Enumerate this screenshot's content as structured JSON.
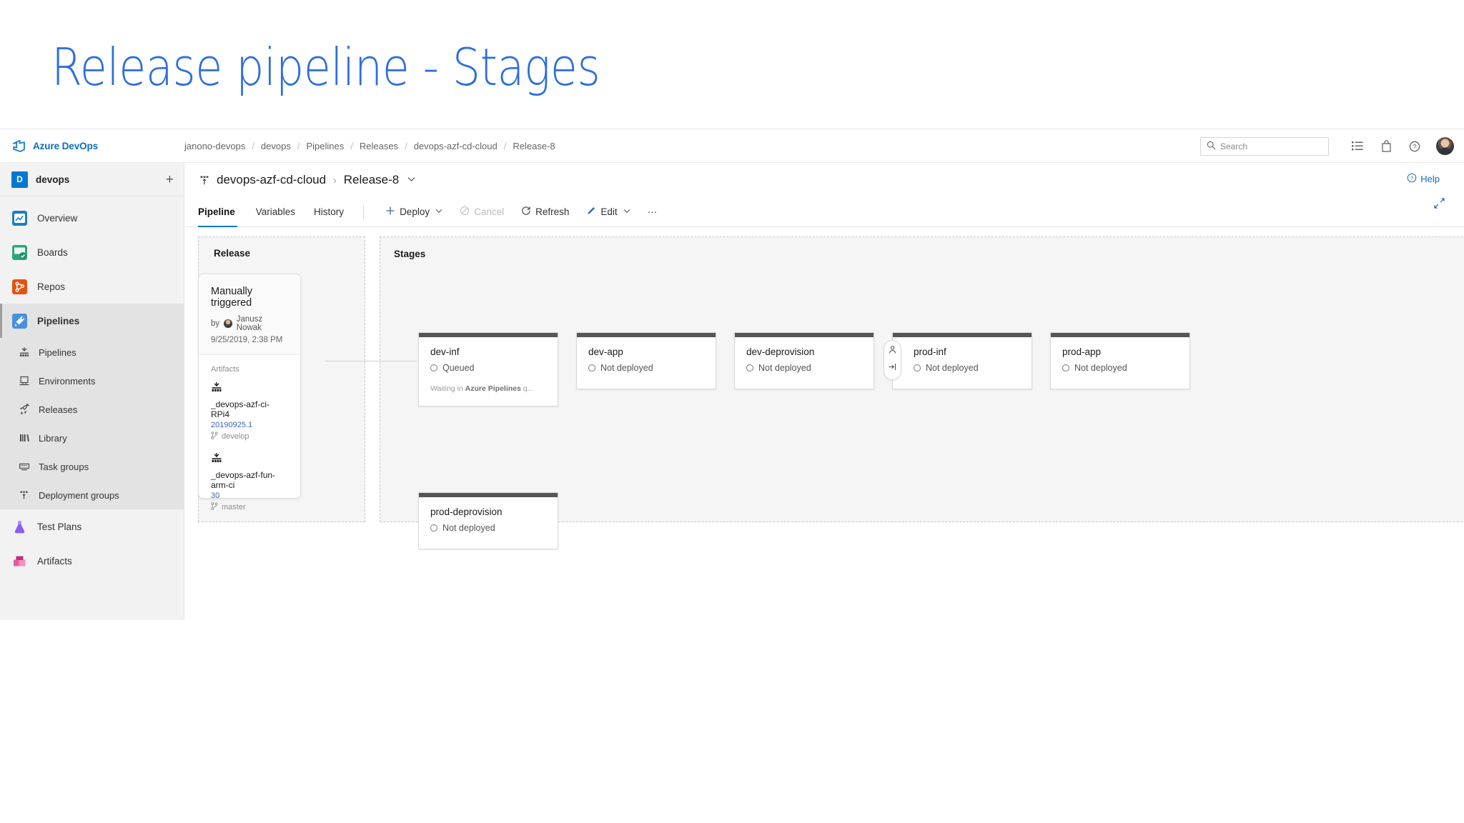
{
  "slide": {
    "title": "Release pipeline - Stages",
    "title_color": "#2e6fd9"
  },
  "header": {
    "product": "Azure DevOps",
    "logo_icon": "azure-devops-logo-icon",
    "breadcrumbs": [
      "janono-devops",
      "devops",
      "Pipelines",
      "Releases",
      "devops-azf-cd-cloud",
      "Release-8"
    ],
    "search": {
      "placeholder": "Search",
      "icon": "search-icon"
    },
    "icons": [
      "list-icon",
      "marketplace-bag-icon",
      "help-question-icon"
    ],
    "avatar": "user-avatar"
  },
  "sidebar": {
    "project": {
      "initial": "D",
      "name": "devops",
      "add_icon": "plus-icon"
    },
    "items": [
      {
        "label": "Overview",
        "icon": "overview-icon",
        "color": "#0a6cb4",
        "active": false
      },
      {
        "label": "Boards",
        "icon": "boards-icon",
        "color": "#22a06b",
        "active": false
      },
      {
        "label": "Repos",
        "icon": "repos-icon",
        "color": "#e8500f",
        "active": false
      },
      {
        "label": "Pipelines",
        "icon": "pipelines-icon",
        "color": "#3f7fd6",
        "active": true
      },
      {
        "label": "Test Plans",
        "icon": "test-plans-icon",
        "color": "#8b5cf6",
        "active": false
      },
      {
        "label": "Artifacts",
        "icon": "artifacts-icon",
        "color": "#d6398a",
        "active": false
      }
    ],
    "sub_items": [
      {
        "label": "Pipelines",
        "icon": "pipelines-sub-icon"
      },
      {
        "label": "Environments",
        "icon": "environments-icon"
      },
      {
        "label": "Releases",
        "icon": "releases-rocket-icon"
      },
      {
        "label": "Library",
        "icon": "library-icon"
      },
      {
        "label": "Task groups",
        "icon": "task-groups-icon"
      },
      {
        "label": "Deployment groups",
        "icon": "deployment-groups-icon"
      }
    ]
  },
  "page": {
    "icon": "deployment-groups-icon",
    "pipeline_name": "devops-azf-cd-cloud",
    "separator": "›",
    "release_name": "Release-8",
    "chevron": "⌄",
    "help_label": "Help",
    "help_icon": "help-question-icon",
    "expand_icon": "expand-diagonal-icon"
  },
  "tabs": [
    {
      "label": "Pipeline",
      "active": true
    },
    {
      "label": "Variables",
      "active": false
    },
    {
      "label": "History",
      "active": false
    }
  ],
  "toolbar": [
    {
      "label": "Deploy",
      "icon": "plus-icon",
      "chevron": true,
      "disabled": false
    },
    {
      "label": "Cancel",
      "icon": "cancel-circle-icon",
      "chevron": false,
      "disabled": true
    },
    {
      "label": "Refresh",
      "icon": "refresh-icon",
      "chevron": false,
      "disabled": false
    },
    {
      "label": "Edit",
      "icon": "pencil-icon",
      "chevron": true,
      "disabled": false
    },
    {
      "label": "···",
      "icon": "more-icon",
      "chevron": false,
      "disabled": false
    }
  ],
  "panels": {
    "release_title": "Release",
    "stages_title": "Stages"
  },
  "release": {
    "trigger": "Manually triggered",
    "by_prefix": "by",
    "author": "Janusz Nowak",
    "author_icon": "person-avatar-icon",
    "date": "9/25/2019, 2:38 PM",
    "artifacts_label": "Artifacts",
    "artifacts": [
      {
        "icon": "build-artifact-icon",
        "name": "_devops-azf-ci-RPi4",
        "version": "20190925.1",
        "branch": "develop",
        "branch_icon": "branch-icon"
      },
      {
        "icon": "build-artifact-icon",
        "name": "_devops-azf-fun-arm-ci",
        "version": "30",
        "branch": "master",
        "branch_icon": "branch-icon"
      }
    ]
  },
  "stages": [
    {
      "name": "dev-inf",
      "status": "Queued",
      "status_icon": "not-deployed-ring-icon",
      "note_prefix": "Waiting in ",
      "note_strong": "Azure Pipelines",
      "note_suffix": " q...",
      "approvals": []
    },
    {
      "name": "dev-app",
      "status": "Not deployed",
      "status_icon": "not-deployed-ring-icon",
      "approvals": []
    },
    {
      "name": "dev-deprovision",
      "status": "Not deployed",
      "status_icon": "not-deployed-ring-icon",
      "approvals": []
    },
    {
      "name": "prod-inf",
      "status": "Not deployed",
      "status_icon": "not-deployed-ring-icon",
      "approvals": [
        "pre-approval-person-icon",
        "gate-enter-icon"
      ]
    },
    {
      "name": "prod-app",
      "status": "Not deployed",
      "status_icon": "not-deployed-ring-icon",
      "approvals": []
    },
    {
      "name": "prod-deprovision",
      "status": "Not deployed",
      "status_icon": "not-deployed-ring-icon",
      "approvals": []
    }
  ],
  "colors": {
    "accent": "#0078d4",
    "stage_bar": "#565656",
    "panel_bg": "#f5f5f5",
    "rail_bg": "#f2f2f2"
  }
}
